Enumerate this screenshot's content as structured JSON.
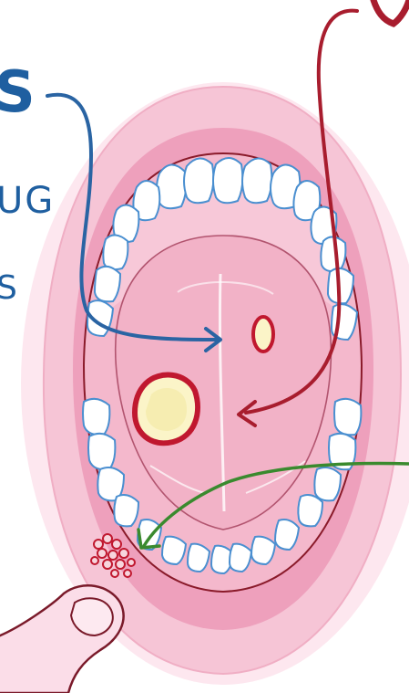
{
  "labels": {
    "left_top": "S",
    "left_middle": "UG",
    "left_bottom": "S"
  },
  "colors": {
    "blue_arrow": "#2a64a3",
    "red_arrow": "#a81d2e",
    "green_arrow": "#3a8a2e",
    "lip_outer": "#f4c7d6",
    "lip_inner": "#ee9fbc",
    "mouth_cavity": "#f3b6cb",
    "tongue": "#f0b1c6",
    "teeth": "#ffffff",
    "tooth_outline": "#4a8fd0",
    "ulcer_border": "#c0182f",
    "ulcer_fill": "#fbf4c8",
    "skin": "#fbdde8"
  },
  "icons": {
    "vesicles": "vesicle-cluster-icon",
    "finger": "finger-icon"
  }
}
